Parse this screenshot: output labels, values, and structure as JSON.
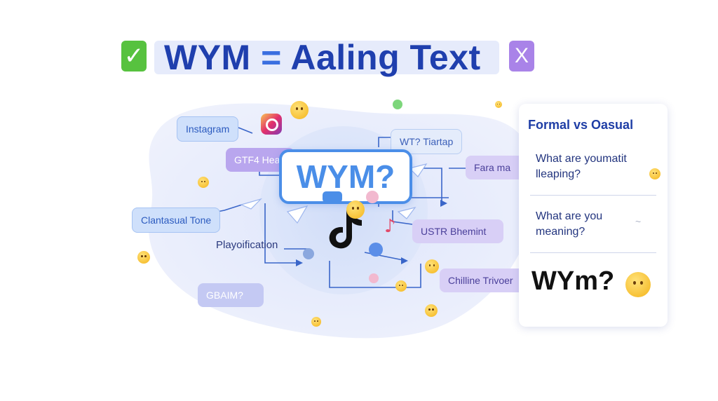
{
  "header": {
    "check_symbol": "✓",
    "title_left": "WYM",
    "title_eq": "=",
    "title_right": "Aaling Text",
    "x_symbol": "X"
  },
  "diagram": {
    "center_bubble": "WYM?",
    "nodes": {
      "instagram": "Instagram",
      "gtfm": "GTF4 Heano",
      "wtf": "WT? Tiartap",
      "fara": "Fara ma",
      "casual_tone": "Clantasual Tone",
      "playification": "Playoification",
      "ustr": "USTR Bhemint",
      "chilling": "Chilline Trivoer",
      "gbaim": "GBAIM?"
    }
  },
  "panel": {
    "title": "Formal vs Oasual",
    "question_1": "What are youmatit lleaping?",
    "question_2": "What are you meaning?",
    "wym": "WYm?"
  },
  "icons": [
    "check-icon",
    "x-icon",
    "instagram-icon",
    "tiktok-icon",
    "music-note-icon",
    "whatsapp-icon",
    "paper-plane-icon",
    "smiley-emoji-icon",
    "heart-eyes-emoji-icon",
    "user-icon"
  ]
}
